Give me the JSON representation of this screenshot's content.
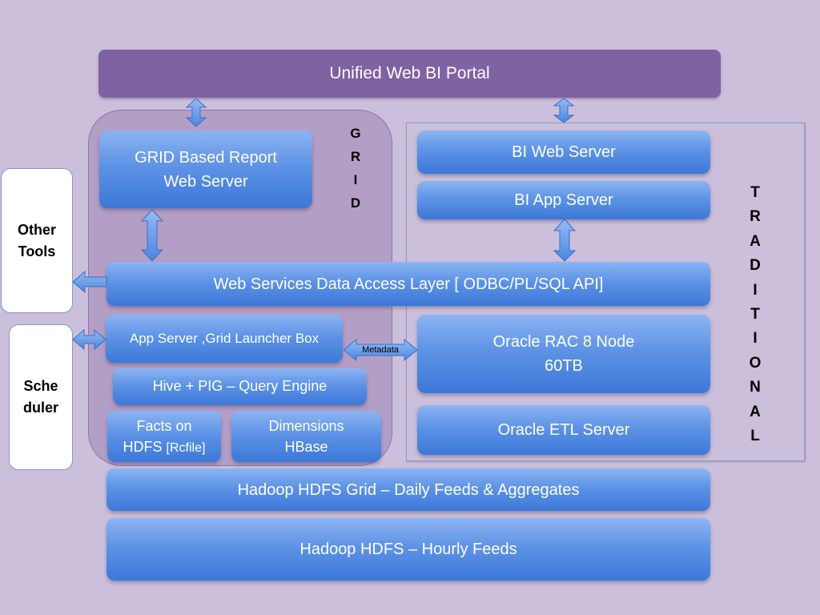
{
  "portal": "Unified Web BI Portal",
  "grid": {
    "letters": [
      "G",
      "R",
      "I",
      "D"
    ],
    "report_server": [
      "GRID Based Report",
      "Web Server"
    ],
    "app_server": "App Server ,Grid Launcher Box",
    "hive_pig": "Hive + PIG – Query Engine",
    "facts": [
      "Facts on",
      "HDFS ",
      "[Rcfile]"
    ],
    "dimensions": [
      "Dimensions",
      "HBase"
    ]
  },
  "traditional": {
    "letters": [
      "T",
      "R",
      "A",
      "D",
      "I",
      "T",
      "I",
      "O",
      "N",
      "A",
      "L"
    ],
    "bi_web_server": "BI Web Server",
    "bi_app_server": "BI App Server",
    "oracle_rac": [
      "Oracle RAC 8 Node",
      "60TB"
    ],
    "oracle_etl": "Oracle ETL Server"
  },
  "data_access_layer": "Web Services Data Access Layer [ ODBC/PL/SQL API]",
  "metadata_label": "Metadata",
  "other_tools": [
    "Other",
    "Tools"
  ],
  "scheduler": [
    "Sche",
    "duler"
  ],
  "hdfs_grid": "Hadoop HDFS Grid – Daily Feeds & Aggregates",
  "hdfs_hourly": "Hadoop HDFS – Hourly Feeds",
  "colors": {
    "background": "#cbbfdb",
    "portal": "#7f62a1",
    "grid_region": "#b39fc6",
    "box_blue": "#5e93e6"
  }
}
